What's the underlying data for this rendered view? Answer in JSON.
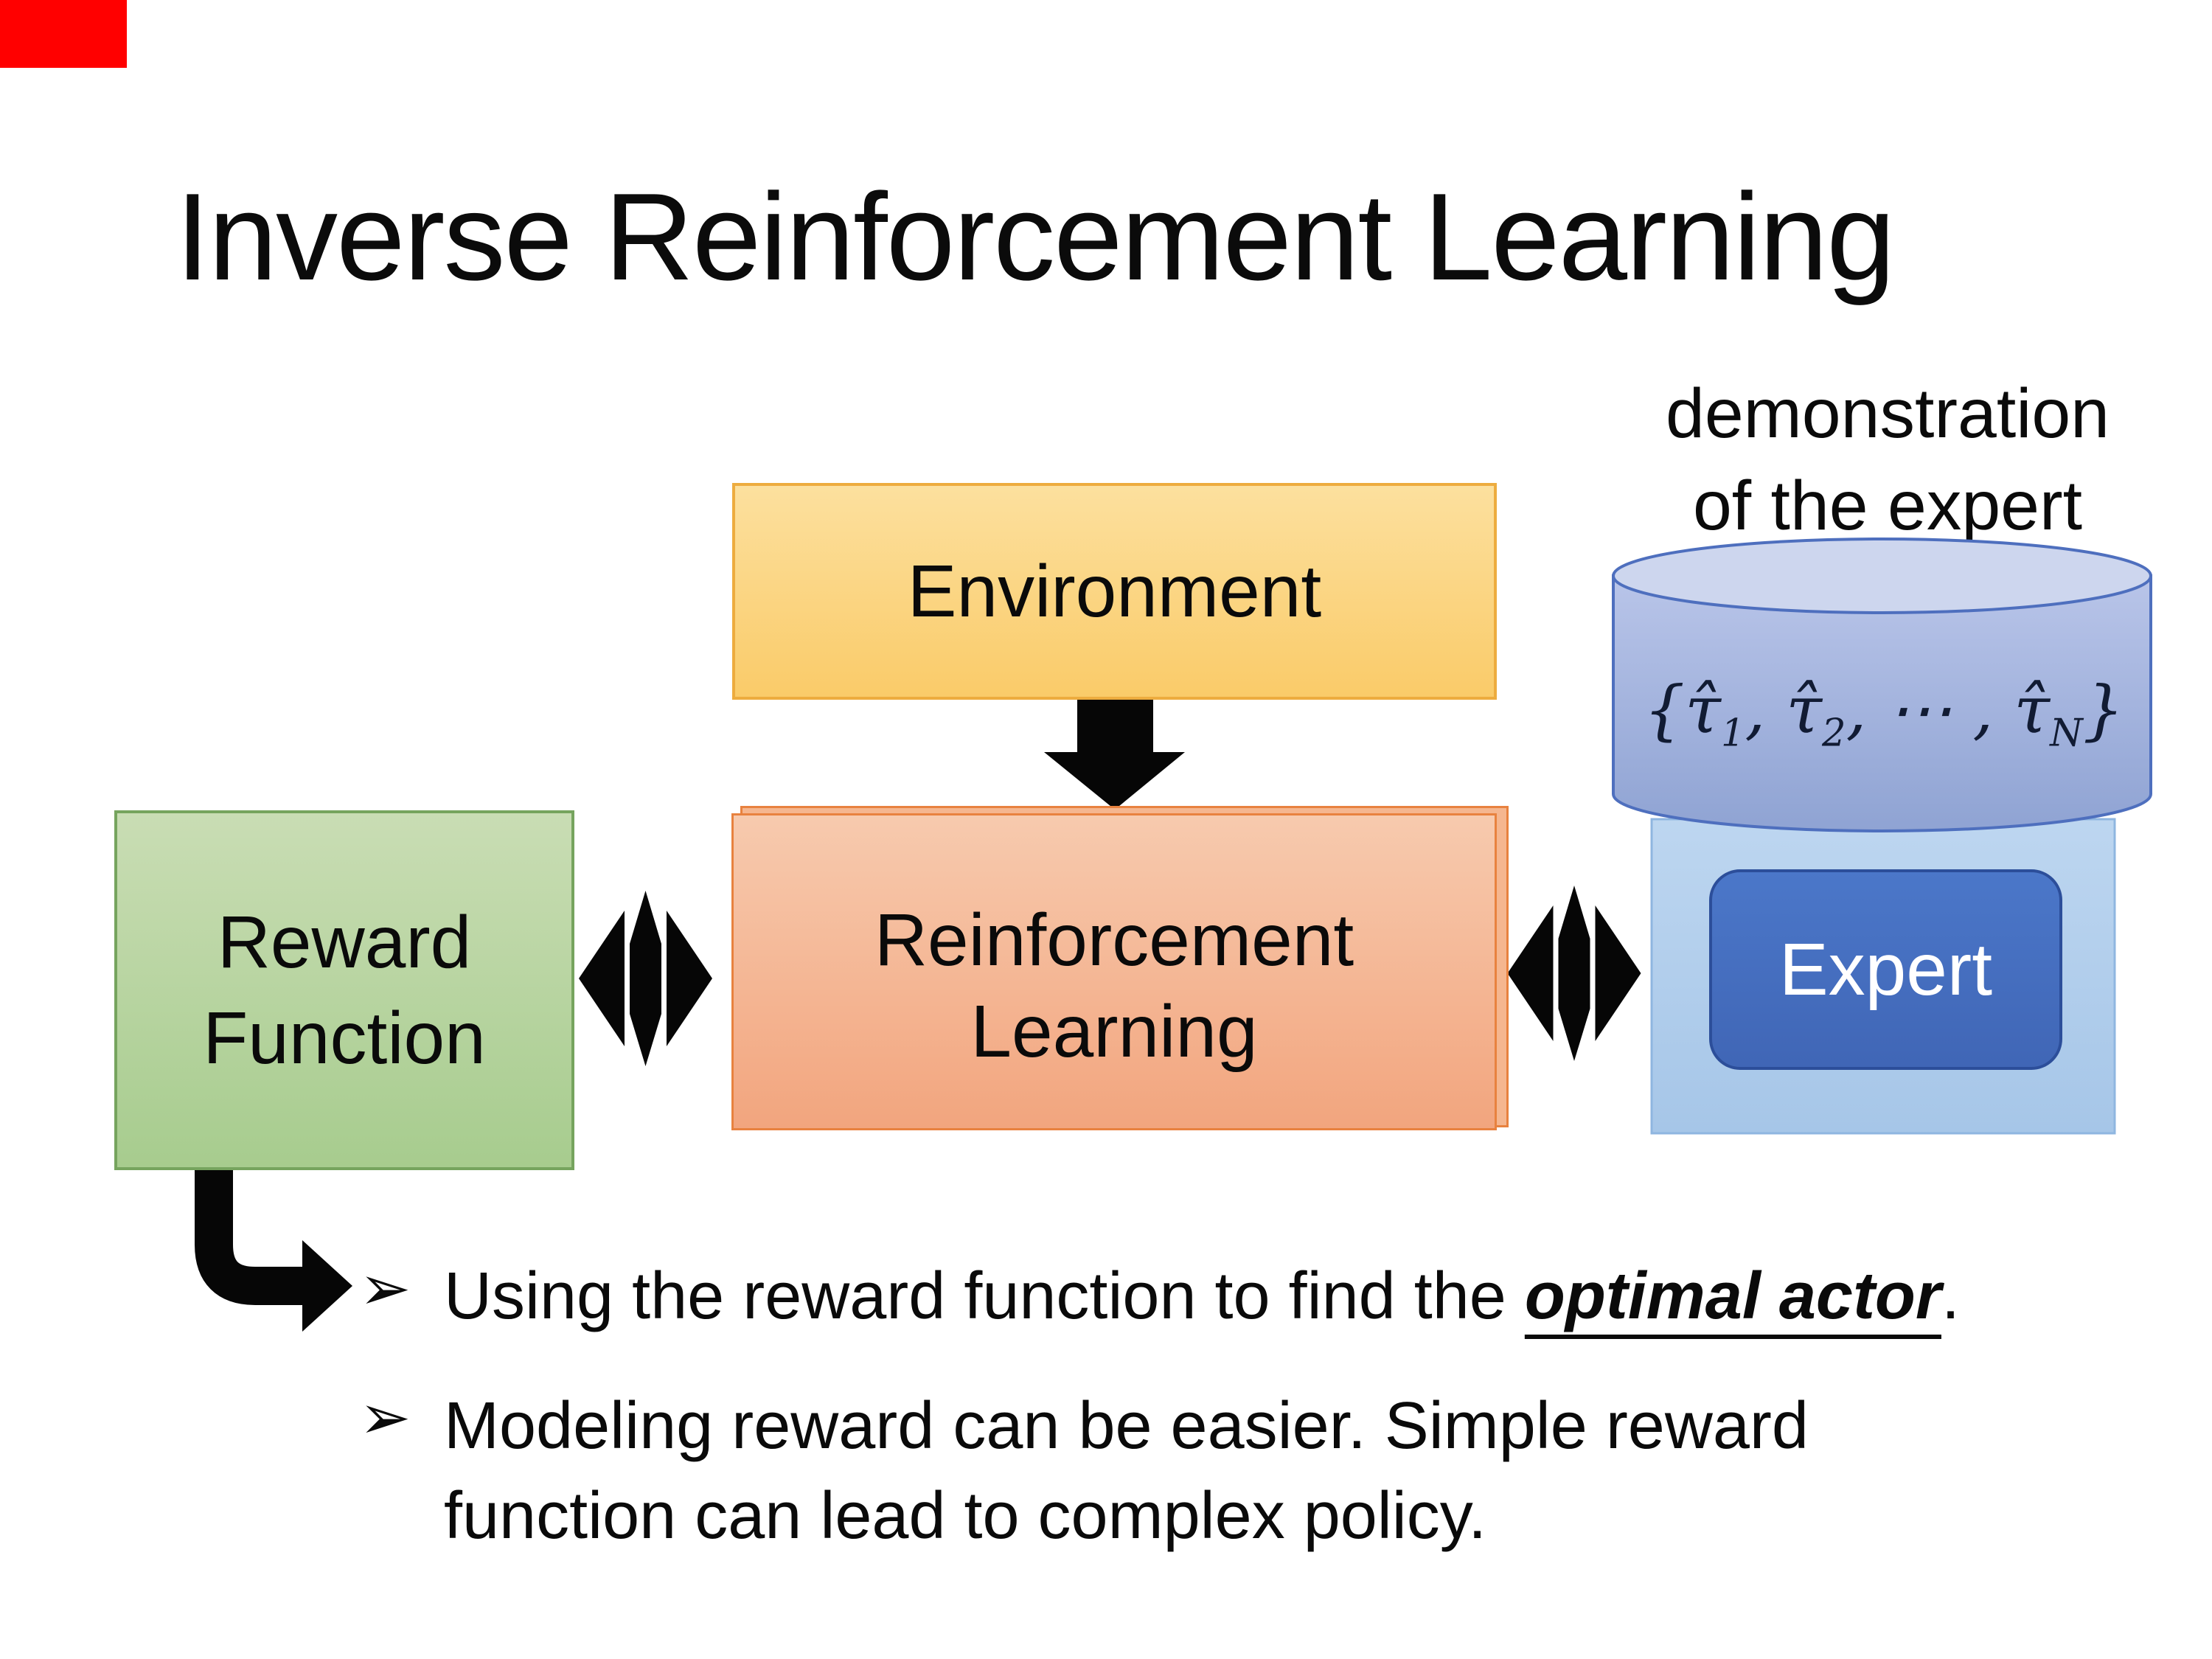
{
  "slide": {
    "marker_color": "#ff0000",
    "title": "Inverse Reinforcement Learning",
    "demo_caption": "demonstration\nof the expert",
    "diagram": {
      "environment_label": "Environment",
      "reward_label": "Reward\nFunction",
      "rl_label": "Reinforcement\nLearning",
      "expert_label": "Expert",
      "formula": {
        "t1": "{τ̂",
        "s1": "1",
        "t2": ", τ̂",
        "s2": "2",
        "t3": ", ⋯ , τ̂",
        "s3": "N",
        "t4": "}"
      },
      "colors": {
        "environment_fill_top": "#fce09e",
        "environment_fill_bottom": "#facb69",
        "environment_border": "#edac3f",
        "rl_fill_top": "#f7caae",
        "rl_fill_bottom": "#f2a57e",
        "rl_border": "#e8823f",
        "reward_fill_top": "#c9ddb4",
        "reward_fill_bottom": "#a7cc8e",
        "reward_border": "#76a45e",
        "expert_fill": "#4472c4",
        "expert_border": "#2c4e9a",
        "expert_text": "#ffffff",
        "container_fill": "#b1cdec",
        "container_border": "#8fb6e0",
        "cylinder_top": "#cdd6ee",
        "cylinder_body_top": "#b9c5e9",
        "cylinder_body_bottom": "#8fa3d3",
        "cylinder_stroke": "#4e6fbe",
        "arrow_color": "#060606"
      }
    },
    "bullets": {
      "marker": "➢",
      "item1_prefix": "Using the reward function to find the ",
      "item1_emphasis": "optimal actor",
      "item1_suffix": ".",
      "item2": "Modeling reward can be easier. Simple reward\nfunction can lead to complex policy."
    }
  }
}
